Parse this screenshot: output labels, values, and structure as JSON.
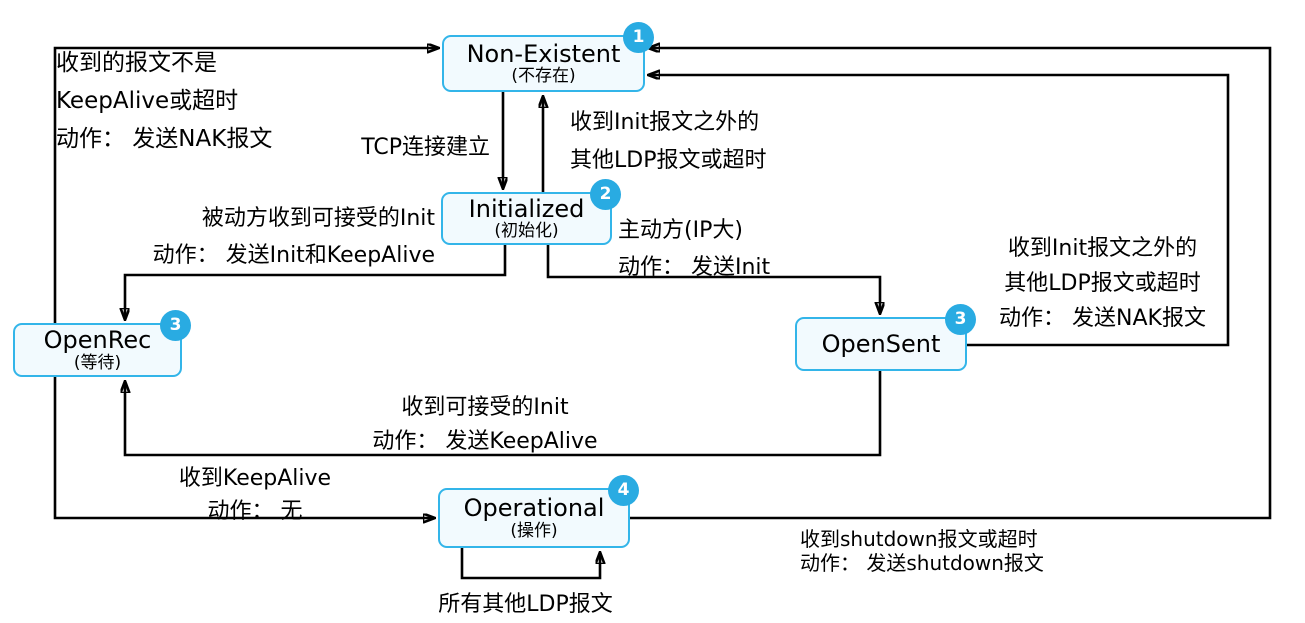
{
  "colors": {
    "box_border": "#33b5e9",
    "box_fill": "#f2fafe",
    "badge": "#29abe2",
    "arrow": "#000000"
  },
  "nodes": {
    "non_existent": {
      "label": "Non-Existent",
      "sublabel": "(不存在)",
      "badge": "1"
    },
    "initialized": {
      "label": "Initialized",
      "sublabel": "(初始化)",
      "badge": "2"
    },
    "openrec": {
      "label": "OpenRec",
      "sublabel": "(等待)",
      "badge": "3"
    },
    "opensent": {
      "label": "OpenSent",
      "badge": "3"
    },
    "operational": {
      "label": "Operational",
      "sublabel": "(操作)",
      "badge": "4"
    }
  },
  "edge_labels": {
    "openrec_to_nonexistent": {
      "line1": "收到的报文不是",
      "line2": "KeepAlive或超时",
      "line3": "动作： 发送NAK报文"
    },
    "tcp_setup": {
      "line1": "TCP连接建立"
    },
    "init_to_nonexistent": {
      "line1": "收到Init报文之外的",
      "line2": "其他LDP报文或超时"
    },
    "init_to_openrec": {
      "line1": "被动方收到可接受的Init",
      "line2": "动作： 发送Init和KeepAlive"
    },
    "init_to_opensent": {
      "line1": "主动方(IP大)",
      "line2": "动作： 发送Init"
    },
    "opensent_to_nonexistent": {
      "line1": "收到Init报文之外的",
      "line2": "其他LDP报文或超时",
      "line3": "动作： 发送NAK报文"
    },
    "opensent_to_openrec": {
      "line1": "收到可接受的Init",
      "line2": "动作： 发送KeepAlive"
    },
    "openrec_to_operational": {
      "line1": "收到KeepAlive",
      "line2": "动作： 无"
    },
    "operational_selfloop": {
      "line1": "所有其他LDP报文"
    },
    "operational_to_nonexistent": {
      "line1": "收到shutdown报文或超时",
      "line2": "动作： 发送shutdown报文"
    }
  }
}
